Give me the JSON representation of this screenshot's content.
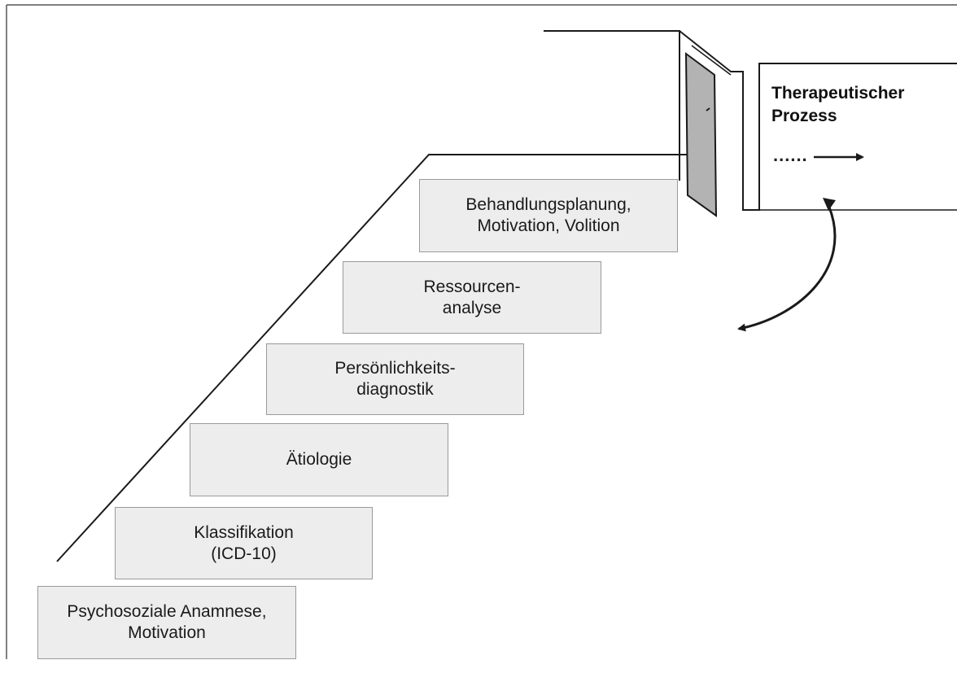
{
  "steps": [
    {
      "line1": "Psychosoziale Anamnese,",
      "line2": "Motivation"
    },
    {
      "line1": "Klassifikation",
      "line2": "(ICD-10)"
    },
    {
      "line1": "Ätiologie",
      "line2": ""
    },
    {
      "line1": "Persönlichkeits-",
      "line2": "diagnostik"
    },
    {
      "line1": "Ressourcen-",
      "line2": "analyse"
    },
    {
      "line1": "Behandlungsplanung,",
      "line2": "Motivation, Volition"
    }
  ],
  "process": {
    "line1": "Therapeutischer",
    "line2": "Prozess",
    "dots": "......"
  },
  "colors": {
    "box_fill": "#ededed",
    "box_border": "#9a9a9a",
    "line": "#1a1a1a",
    "door": "#b3b3b3"
  }
}
